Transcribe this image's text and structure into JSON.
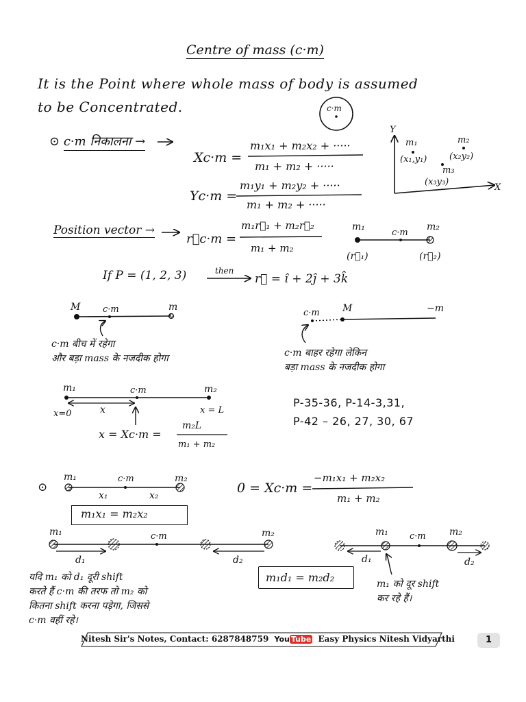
{
  "title": "Centre of mass (c·m)",
  "definition": {
    "line1": "It is the Point where whole mass of body is assumed",
    "line2": "to be Concentrated.",
    "circle_label": "c·m"
  },
  "section_find_cm": {
    "label": "c·m निकालना →",
    "formula_x_lhs": "Xc·m =",
    "formula_x_num": "m₁x₁ + m₂x₂ + ·····",
    "formula_x_den": "m₁ + m₂ + ·····",
    "formula_y_lhs": "Yc·m =",
    "formula_y_num": "m₁y₁ + m₂y₂ + ·····",
    "formula_y_den": "m₁ + m₂ + ·····"
  },
  "axes_sketch": {
    "y_axis": "Y",
    "x_axis": "X",
    "points": [
      {
        "name": "m₁",
        "coords": "(x₁,y₁)"
      },
      {
        "name": "m₂",
        "coords": "(x₂y₂)"
      },
      {
        "name": "m₃",
        "coords": "(x₃y₃)"
      }
    ]
  },
  "position_vector": {
    "label": "Position vector →",
    "lhs": "r⃗c·m =",
    "num": "m₁r⃗₁ + m₂r⃗₂",
    "den": "m₁ + m₂",
    "diagram": {
      "left": "m₁",
      "mid": "c·m",
      "right": "m₂",
      "left_vec": "(r⃗₁)",
      "right_vec": "(r⃗₂)"
    }
  },
  "example": {
    "text": "If  P = (1, 2, 3)",
    "arrow_label": "then",
    "result": "r⃗ = î + 2ĵ + 3k̂"
  },
  "diagram_inside": {
    "left": "M",
    "mid": "c·m",
    "right": "m",
    "note_line1": "c·m बीच में रहेगा",
    "note_line2": "और बड़ा mass के नजदीक होगा"
  },
  "diagram_outside": {
    "cm": "c·m",
    "mid": "M",
    "right": "−m",
    "note_line1": "c·m बाहर रहेगा लेकिन",
    "note_line2": "बड़ा mass के नजदीक होगा"
  },
  "diagram_x": {
    "left": "m₁",
    "mid": "c·m",
    "right": "m₂",
    "x_label": "x",
    "start": "x=0",
    "end": "x = L",
    "formula_lhs": "x = Xc·m =",
    "formula_num": "m₂L",
    "formula_den": "m₁ + m₂"
  },
  "references": {
    "line1": "P-35-36,  P-14-3,31,",
    "line2": "P-42 – 26, 27, 30, 67"
  },
  "origin_section": {
    "left": "m₁",
    "mid": "c·m",
    "right": "m₂",
    "x1": "x₁",
    "x2": "x₂",
    "formula_lhs": "0 = Xc·m =",
    "formula_num": "−m₁x₁ + m₂x₂",
    "formula_den": "m₁ + m₂",
    "boxed": "m₁x₁ = m₂x₂"
  },
  "shift_diagram": {
    "left": "m₁",
    "mid": "c·m",
    "right": "m₂",
    "d1": "d₁",
    "d2": "d₂",
    "boxed": "m₁d₁ = m₂d₂",
    "note_line1": "यदि m₁ को d₁ दूरी shift",
    "note_line2": "करते हैं c·m की तरफ तो m₂ को",
    "note_line3": "कितना shift करना पड़ेगा, जिससे",
    "note_line4": "c·m वहीं रहे।"
  },
  "shift_right_diagram": {
    "left": "m₁",
    "mid": "c·m",
    "right": "m₂",
    "d1": "d₁",
    "d2": "d₂",
    "note_line1": "m₁ को दूर shift",
    "note_line2": "कर रहे हैं।"
  },
  "footer": {
    "left_text": "Nitesh Sir's Notes, Contact: 6287848759",
    "yt_you": "You",
    "yt_tube": "Tube",
    "right_text": "Easy Physics Nitesh Vidyarthi",
    "page_number": "1"
  }
}
